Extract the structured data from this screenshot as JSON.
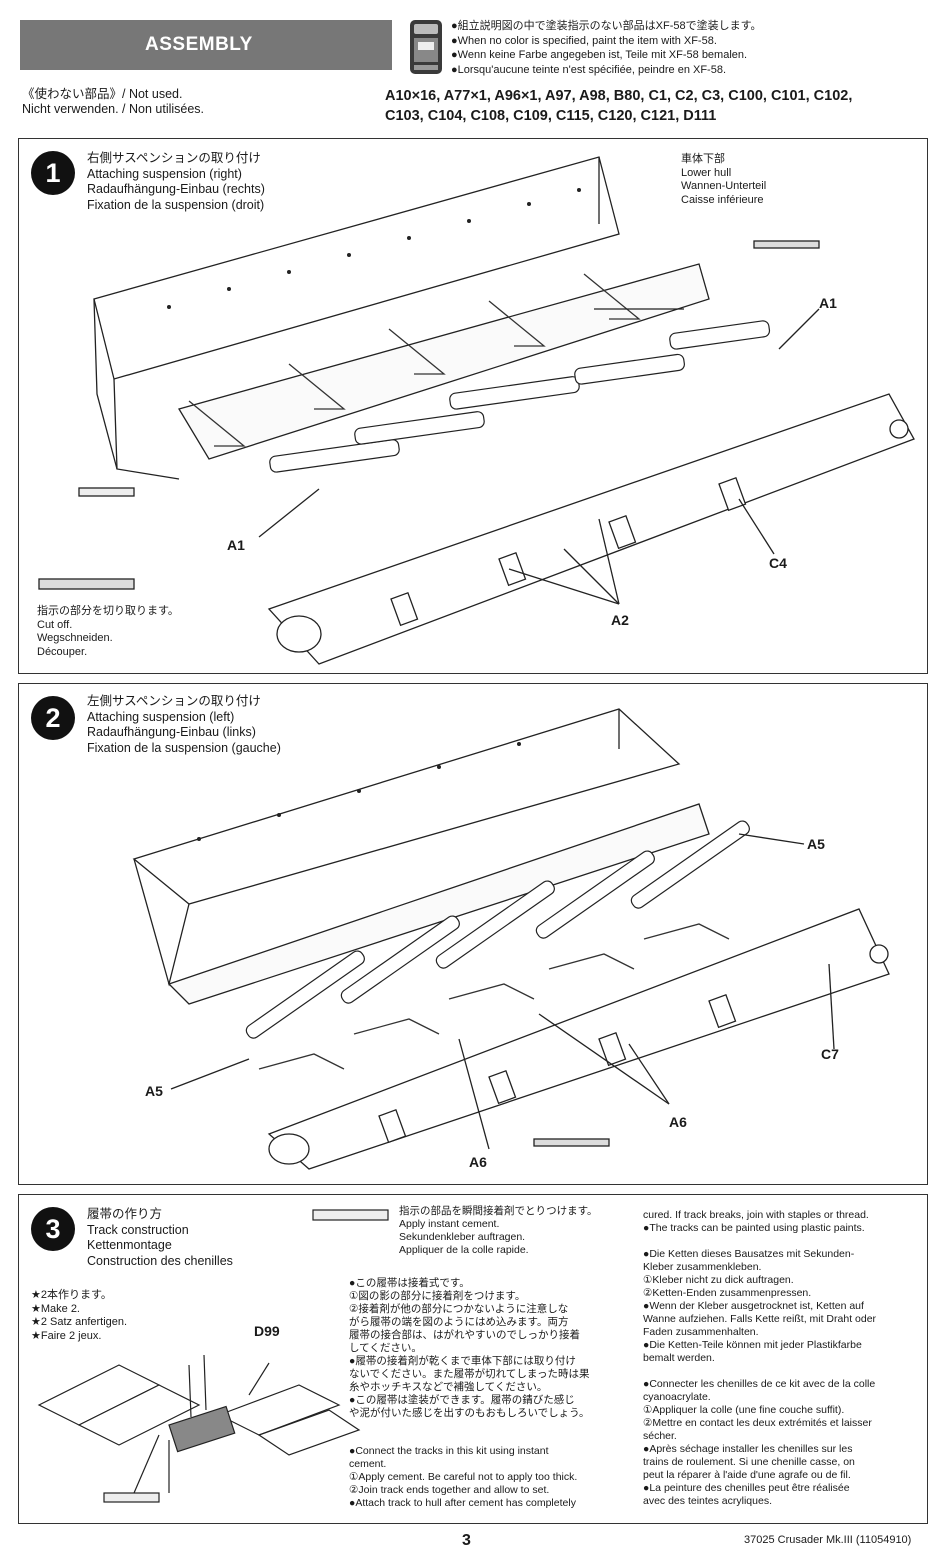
{
  "header": {
    "section_title": "ASSEMBLY",
    "paint_note": [
      "●組立説明図の中で塗装指示のない部品はXF-58で塗装します。",
      "●When no color is specified, paint the item with XF-58.",
      "●Wenn keine Farbe angegeben ist, Teile mit XF-58 bemalen.",
      "●Lorsqu'aucune teinte n'est spécifiée, peindre en XF-58."
    ]
  },
  "not_used": {
    "label_line1": "《使わない部品》/ Not used.",
    "label_line2": "Nicht verwenden. / Non utilisées.",
    "parts_line1": "A10×16, A77×1, A96×1, A97, A98, B80, C1, C2, C3, C100, C101, C102,",
    "parts_line2": "C103, C104, C108, C109, C115, C120, C121, D111"
  },
  "step1": {
    "number": "1",
    "title_jp": "右側サスペンションの取り付け",
    "title_en": "Attaching suspension (right)",
    "title_de": "Radaufhängung-Einbau (rechts)",
    "title_fr": "Fixation de la suspension (droit)",
    "hull_label": [
      "車体下部",
      "Lower hull",
      "Wannen-Unterteil",
      "Caisse inférieure"
    ],
    "cut_note": [
      "指示の部分を切り取ります。",
      "Cut off.",
      "Wegschneiden.",
      "Découper."
    ],
    "parts": {
      "a1_top": "A1",
      "a1_left": "A1",
      "a2": "A2",
      "c4": "C4"
    }
  },
  "step2": {
    "number": "2",
    "title_jp": "左側サスペンションの取り付け",
    "title_en": "Attaching suspension (left)",
    "title_de": "Radaufhängung-Einbau (links)",
    "title_fr": "Fixation de la suspension (gauche)",
    "parts": {
      "a5_right": "A5",
      "a5_left": "A5",
      "a6_right": "A6",
      "a6_bottom": "A6",
      "c7": "C7"
    }
  },
  "step3": {
    "number": "3",
    "title_jp": "履帯の作り方",
    "title_en": "Track construction",
    "title_de": "Kettenmontage",
    "title_fr": "Construction des chenilles",
    "make2": [
      "★2本作ります。",
      "★Make 2.",
      "★2 Satz anfertigen.",
      "★Faire 2 jeux."
    ],
    "part_label": "D99",
    "cement_note": [
      "指示の部品を瞬間接着剤でとりつけます。",
      "Apply instant cement.",
      "Sekundenkleber auftragen.",
      "Appliquer de la colle rapide."
    ],
    "jp_notes": [
      "●この履帯は接着式です。",
      "①図の影の部分に接着剤をつけます。",
      "②接着剤が他の部分につかないように注意しな",
      "がら履帯の端を図のようにはめ込みます。両方",
      "履帯の接合部は、はがれやすいのでしっかり接着",
      "してください。",
      "●履帯の接着剤が乾くまで車体下部には取り付け",
      "ないでください。また履帯が切れてしまった時は果",
      "糸やホッチキスなどで補強してください。",
      "●この履帯は塗装ができます。履帯の錆びた感じ",
      "や泥が付いた感じを出すのもおもしろいでしょう。"
    ],
    "en_notes": [
      "●Connect the tracks in this kit using instant",
      "cement.",
      "①Apply cement. Be careful not to apply too thick.",
      "②Join track ends together and allow to set.",
      "●Attach track to hull after cement has completely"
    ],
    "right_notes": [
      "cured. If track breaks, join with staples or thread.",
      "●The tracks can be painted using plastic paints.",
      "",
      "●Die Ketten dieses Bausatzes mit Sekunden-",
      "Kleber zusammenkleben.",
      "①Kleber nicht zu dick auftragen.",
      "②Ketten-Enden zusammenpressen.",
      "●Wenn der Kleber ausgetrocknet ist, Ketten auf",
      "Wanne aufziehen. Falls Kette reißt, mit Draht oder",
      "Faden zusammenhalten.",
      "●Die Ketten-Teile können mit jeder Plastikfarbe",
      "bemalt werden.",
      "",
      "●Connecter les chenilles de ce kit avec de la colle",
      "cyanoacrylate.",
      "①Appliquer la colle (une fine couche suffit).",
      "②Mettre en contact les deux extrémités et laisser",
      "sécher.",
      "●Après séchage installer les chenilles sur les",
      "trains de roulement. Si une chenille casse, on",
      "peut la réparer à l'aide d'une agrafe ou de fil.",
      "●La peinture des chenilles peut être réalisée",
      "avec des teintes acryliques."
    ]
  },
  "footer": {
    "page_number": "3",
    "code": "37025 Crusader Mk.III (11054910)"
  }
}
